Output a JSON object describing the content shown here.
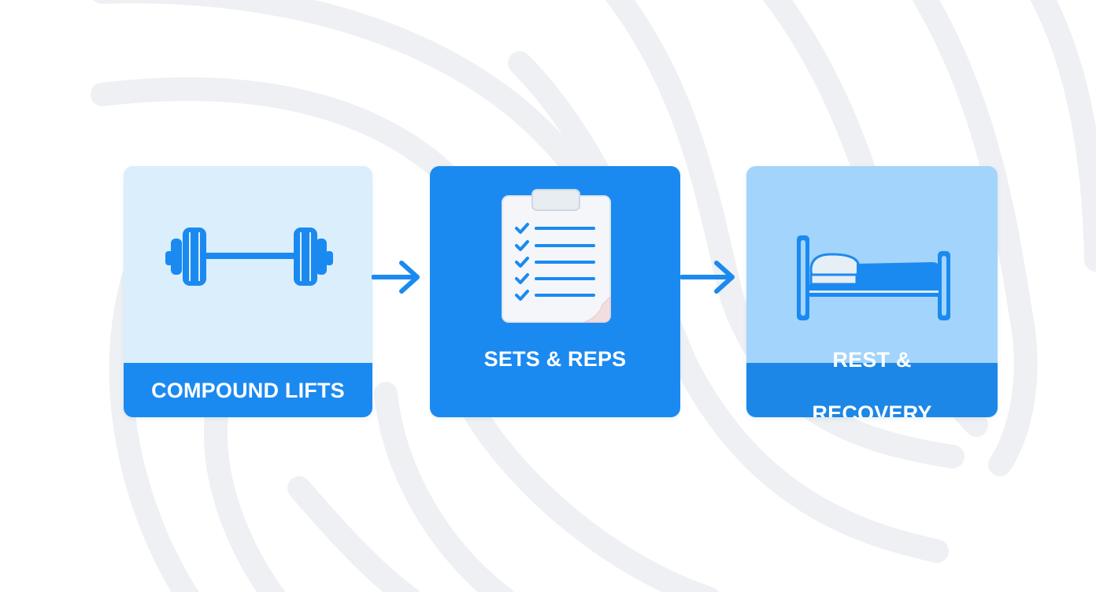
{
  "steps": [
    {
      "label": "COMPOUND LIFTS",
      "icon": "barbell-icon"
    },
    {
      "label": "SETS & REPS",
      "icon": "clipboard-checklist-icon"
    },
    {
      "label_line1": "REST &",
      "label_line2": "RECOVERY",
      "icon": "bed-icon"
    }
  ],
  "colors": {
    "card1_bg": "#dbeefb",
    "card2_bg": "#1b8af0",
    "card3_bg": "#a3d4fb",
    "accent_blue": "#1b8af0",
    "background": "#ffffff",
    "swirl": "#eef0f3"
  }
}
